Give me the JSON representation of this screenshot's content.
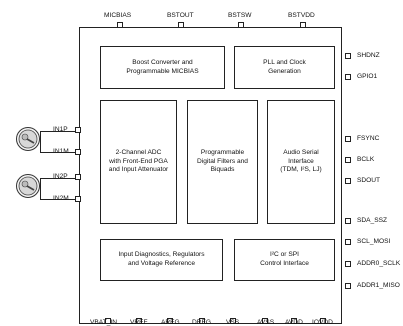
{
  "top_pins": [
    "MICBIAS",
    "BSTOUT",
    "BSTSW",
    "BSTVDD"
  ],
  "right_pins": [
    "SHDNZ",
    "GPIO1",
    "FSYNC",
    "BCLK",
    "SDOUT",
    "SDA_SSZ",
    "SCL_MOSI",
    "ADDR0_SCLK",
    "ADDR1_MISO"
  ],
  "left_pins": [
    "IN1P",
    "IN1M",
    "IN2P",
    "IN2M"
  ],
  "bottom_pins": [
    "VBAT_IN",
    "VREF",
    "AREG",
    "DREG",
    "VSS",
    "AVSS",
    "AVDD",
    "IOVDD"
  ],
  "blocks": {
    "boost": [
      "Boost Converter and",
      "Programmable MICBIAS"
    ],
    "pll": [
      "PLL and Clock",
      "Generation"
    ],
    "adc": [
      "2-Channel ADC",
      "with Front-End PGA",
      "and Input Attenuator"
    ],
    "filters": [
      "Programmable",
      "Digital Filters and",
      "Biquads"
    ],
    "audio_serial": [
      "Audio  Serial",
      "Interface",
      "(TDM, I²S, LJ)"
    ],
    "diagnostics": [
      "Input Diagnostics, Regulators",
      "and Voltage Reference"
    ],
    "control": [
      "I²C or SPI",
      "Control Interface"
    ]
  },
  "icons": {
    "microphone_1": "microphone-icon",
    "microphone_2": "microphone-icon"
  }
}
